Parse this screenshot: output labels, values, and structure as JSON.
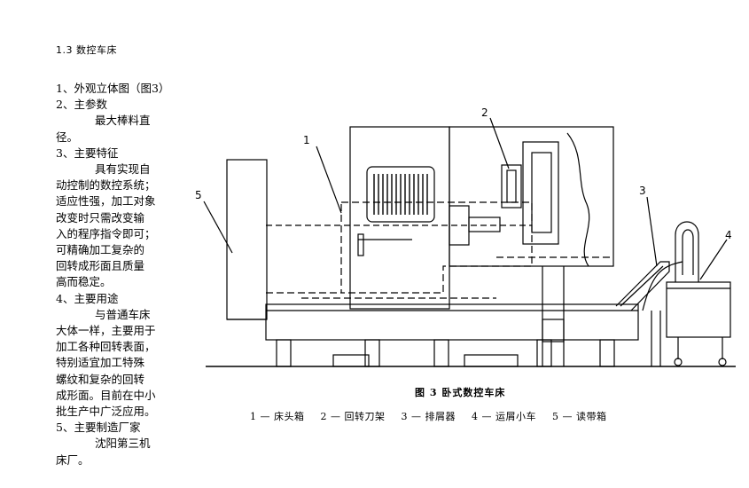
{
  "heading": "1.3 数控车床",
  "sections": [
    {
      "title": "1、外观立体图（图3）",
      "lines": []
    },
    {
      "title": "2、主参数",
      "lines": [
        "最大棒料直",
        "径。"
      ]
    },
    {
      "title": "3、主要特征",
      "lines": [
        "具有实现自",
        "动控制的数控系统；",
        "适应性强，加工对象",
        "改变时只需改变输",
        "入的程序指令即可；",
        "可精确加工复杂的",
        "回转成形面且质量",
        "高而稳定。"
      ]
    },
    {
      "title": "4、主要用途",
      "lines": [
        "与普通车床",
        "大体一样，主要用于",
        "加工各种回转表面，",
        "特别适宜加工特殊",
        "螺纹和复杂的回转",
        "成形面。目前在中小",
        "批生产中广泛应用。"
      ]
    },
    {
      "title": "5、主要制造厂家",
      "lines": [
        "沈阳第三机",
        "床厂。"
      ]
    }
  ],
  "figure": {
    "caption": "图 3  卧式数控车床",
    "legend": [
      "1 — 床头箱",
      "2 — 回转刀架",
      "3 — 排屑器",
      "4 — 运屑小车",
      "5 — 读带箱"
    ],
    "callouts": {
      "c1": "1",
      "c2": "2",
      "c3": "3",
      "c4": "4",
      "c5": "5"
    }
  }
}
